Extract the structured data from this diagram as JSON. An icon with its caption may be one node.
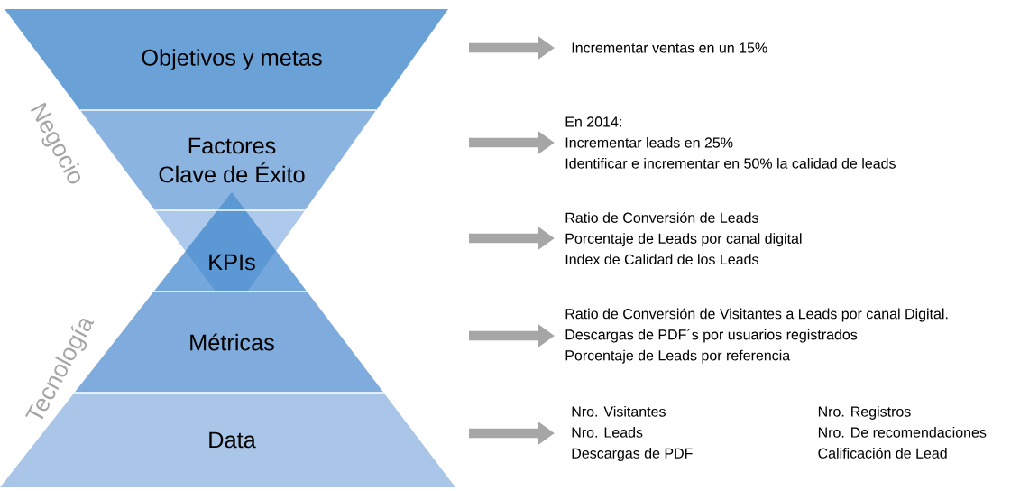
{
  "diagram": {
    "nodes": [
      {
        "text": [
          "Objetivos y metas"
        ]
      },
      {
        "text": [
          "Factores Clave de Éxito"
        ]
      },
      {
        "text": [
          "KPIs"
        ]
      },
      {
        "text": [
          "Métricas"
        ]
      },
      {
        "text": [
          "Data"
        ]
      },
      {
        "text": [
          "Incrementar ventas en un 15%"
        ]
      },
      {
        "text": [
          "En 2014:",
          "Incrementar leads en 25%",
          "Identificar e incrementar en 50% la calidad de leads"
        ]
      },
      {
        "text": [
          "Ratio de Conversión de Leads",
          "Porcentaje de Leads por canal digital",
          "Index de Calidad de los Leads"
        ]
      },
      {
        "text": [
          "Ratio de Conversión de Visitantes a Leads por canal Digital.",
          "Descargas de PDF´s por usuarios registrados",
          "Porcentaje de Leads por referencia"
        ]
      },
      {
        "text": [
          "Nro. Visitantes",
          "Nro. Leads",
          "Descargas de PDF",
          "Nro. Registros",
          "Nro. De recomendaciones",
          "Calificación de Lead"
        ]
      }
    ],
    "edges": [
      {
        "from": null,
        "to": 5,
        "arrow": "to"
      },
      {
        "from": null,
        "to": 6,
        "arrow": "to"
      },
      {
        "from": null,
        "to": 7,
        "arrow": "to"
      },
      {
        "from": null,
        "to": 8,
        "arrow": "to"
      },
      {
        "from": null,
        "to": 9,
        "arrow": "to"
      }
    ],
    "labels": [
      "Negocio",
      "Tecnología"
    ]
  }
}
